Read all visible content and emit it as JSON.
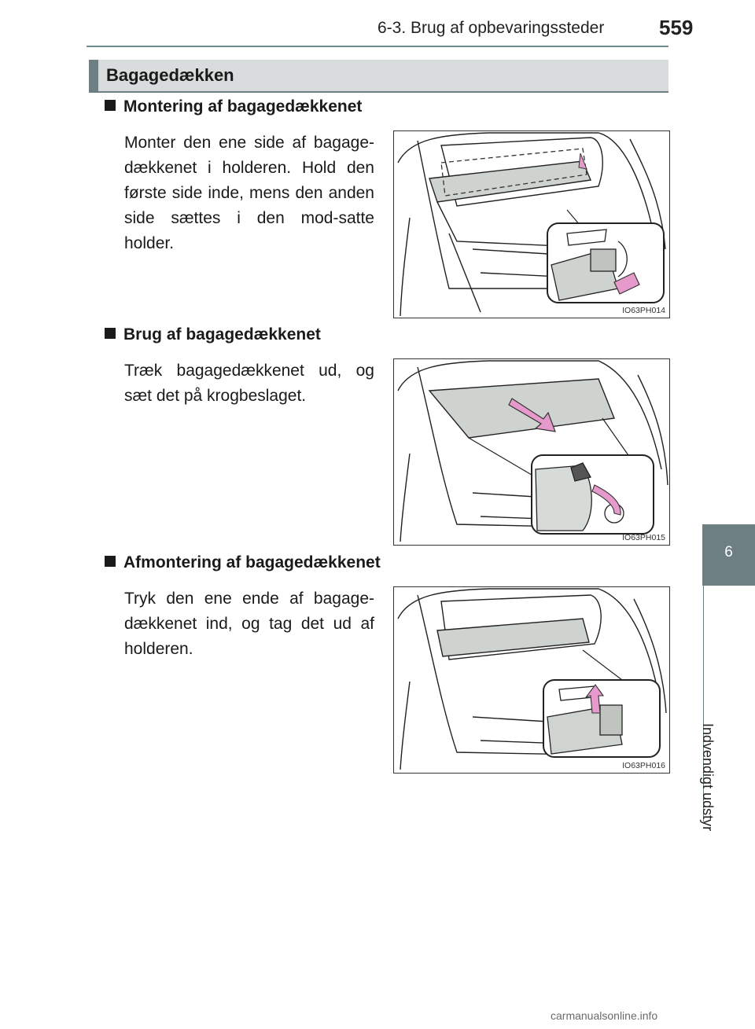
{
  "header": {
    "section_title": "6-3. Brug af opbevaringssteder",
    "page_number": "559"
  },
  "section": {
    "title": "Bagagedækken"
  },
  "items": [
    {
      "heading": "Montering af bagagedækkenet",
      "text": "Monter den ene side af bagage-dækkenet i holderen. Hold den første side inde, mens den anden side sættes i den mod-satte holder.",
      "figure_code": "IO63PH014"
    },
    {
      "heading": "Brug af bagagedækkenet",
      "text": "Træk bagagedækkenet ud, og sæt det på krogbeslaget.",
      "figure_code": "IO63PH015"
    },
    {
      "heading": "Afmontering af bagagedækkenet",
      "text": "Tryk den ene ende af bagage-dækkenet ind, og tag det ud af holderen.",
      "figure_code": "IO63PH016"
    }
  ],
  "side_tab": {
    "chapter_number": "6",
    "chapter_label": "Indvendigt udstyr"
  },
  "watermark": "carmanualsonline.info",
  "colors": {
    "accent_gray": "#6e7f83",
    "section_bg": "#d8dcdc",
    "arrow_pink": "#e59acb"
  }
}
